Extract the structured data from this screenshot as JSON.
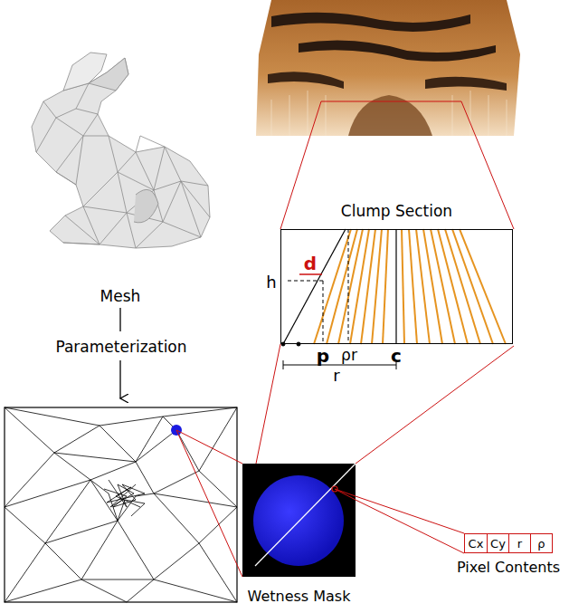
{
  "diagram": {
    "nodes": [
      {
        "text": [
          "Clump Section"
        ]
      },
      {
        "text": [
          "Wetness Mask"
        ]
      },
      {
        "text": [
          "Pixel Contents"
        ]
      },
      {
        "text": [
          "Cx"
        ],
        "in": 2
      },
      {
        "text": [
          "Cy"
        ],
        "in": 2
      },
      {
        "text": [
          "r"
        ],
        "in": 2
      },
      {
        "text": [
          "ρ"
        ],
        "in": 2
      }
    ],
    "edges": [
      {
        "from": 0,
        "to": 1,
        "arrow": "none"
      },
      {
        "from": 1,
        "to": 2,
        "arrow": "none"
      }
    ],
    "labels": [
      "Mesh",
      "Parameterization",
      "h",
      "d",
      "p",
      "ρr",
      "c",
      "r"
    ]
  }
}
